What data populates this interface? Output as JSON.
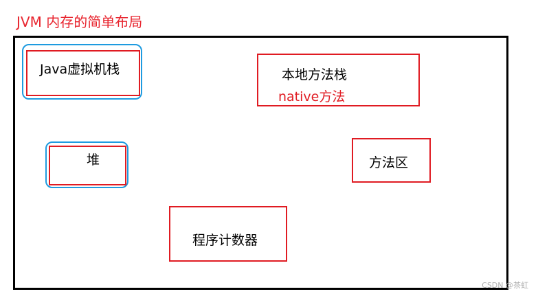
{
  "title": "JVM 内存的简单布局",
  "regions": {
    "jvm_stack": "Java虚拟机栈",
    "native_stack": "本地方法栈",
    "native_note": "native方法",
    "heap": "堆",
    "method_area": "方法区",
    "pc_register": "程序计数器"
  },
  "watermark": "CSDN @茶虹",
  "colors": {
    "title": "#e8252f",
    "box_border": "#e01b22",
    "highlight_border": "#1e9be0",
    "frame_border": "#000000"
  }
}
